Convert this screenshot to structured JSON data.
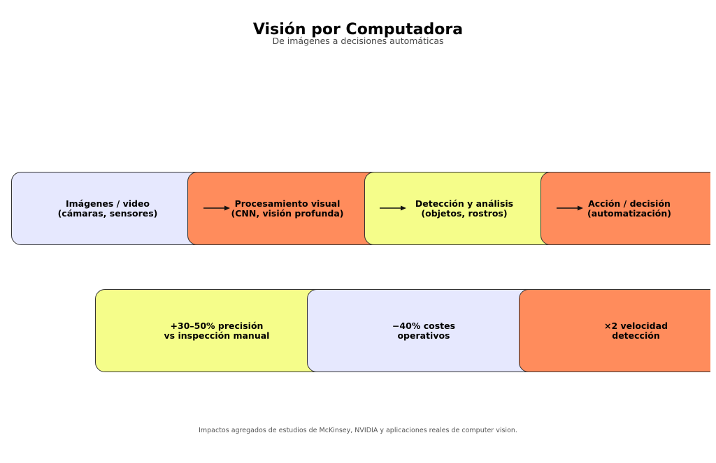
{
  "header": {
    "title": "Visión por Computadora",
    "subtitle": "De imágenes a decisiones automáticas"
  },
  "flow": [
    {
      "label": "Imágenes / video\n(cámaras, sensores)",
      "color": "#e6e8fe"
    },
    {
      "label": "Procesamiento visual\n(CNN, visión profunda)",
      "color": "#ff8c5c"
    },
    {
      "label": "Detección y análisis\n(objetos, rostros)",
      "color": "#f5fd8a"
    },
    {
      "label": "Acción / decisión\n(automatización)",
      "color": "#ff8c5c"
    }
  ],
  "impacts": [
    {
      "label": "+30–50% precisión\nvs inspección manual",
      "color": "#f5fd8a"
    },
    {
      "label": "−40% costes\noperativos",
      "color": "#e6e8fe"
    },
    {
      "label": "×2 velocidad\ndetección",
      "color": "#ff8c5c"
    }
  ],
  "footer": "Impactos agregados de estudios de McKinsey, NVIDIA y aplicaciones reales de computer vision."
}
